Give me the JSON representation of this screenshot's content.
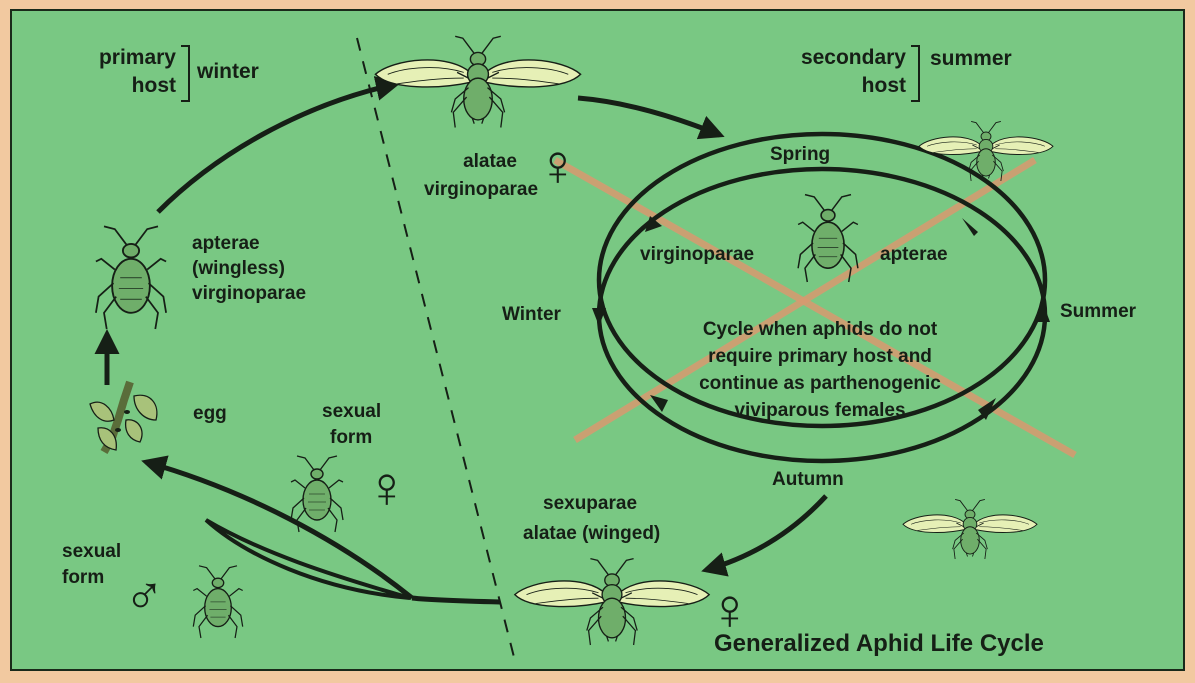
{
  "labels": {
    "primary": "primary",
    "host_left": "host",
    "winter_title": "winter",
    "secondary": "secondary",
    "host_right": "host",
    "summer_title": "summer",
    "alatae": "alatae",
    "virginoparae_top": "virginoparae",
    "apterae_wingless_1": "apterae",
    "apterae_wingless_2": "(wingless)",
    "apterae_wingless_3": "virginoparae",
    "egg": "egg",
    "sexual_form_female_1": "sexual",
    "sexual_form_female_2": "form",
    "sexual_form_male_1": "sexual",
    "sexual_form_male_2": "form",
    "spring": "Spring",
    "summer_season": "Summer",
    "autumn": "Autumn",
    "winter_season": "Winter",
    "virginoparae_inner": "virginoparae",
    "apterae_inner": "apterae",
    "cycle_note_1": "Cycle when aphids do not",
    "cycle_note_2": "require primary host and",
    "cycle_note_3": "continue as parthenogenic",
    "cycle_note_4": "viviparous females",
    "sexuparae": "sexuparae",
    "alatae_winged": "alatae (winged)",
    "title": "Generalized Aphid Life Cycle"
  },
  "symbols": {
    "female": "♀",
    "male": "♂"
  },
  "colors": {
    "background": "#79c883",
    "frame": "#f2c9a0",
    "ink": "#161f16",
    "wing": "#e6f0b6",
    "cross": "#d99a70"
  },
  "icons": [
    "aphid-winged-icon",
    "aphid-wingless-icon",
    "egg-cluster-icon",
    "female-symbol-icon",
    "male-symbol-icon"
  ]
}
